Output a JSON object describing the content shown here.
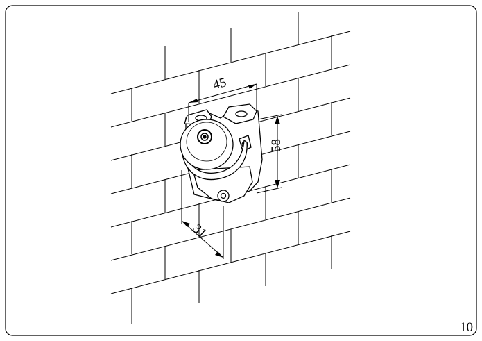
{
  "figure": {
    "dimensions": {
      "width_label": "45",
      "height_label": "58",
      "depth_label": "31"
    }
  },
  "page": {
    "number": "10"
  },
  "colors": {
    "line": "#000000",
    "background": "#ffffff"
  }
}
